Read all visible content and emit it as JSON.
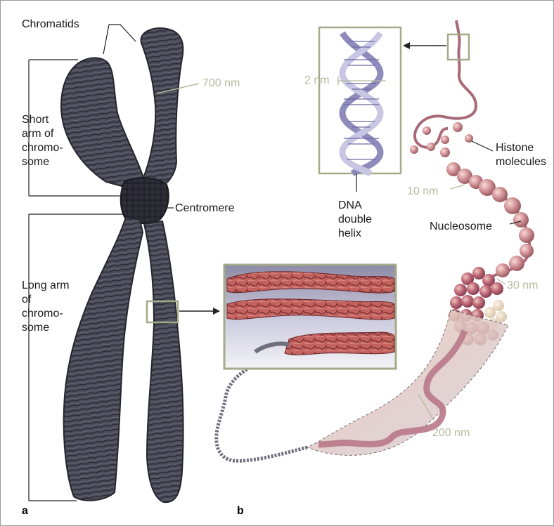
{
  "panels": {
    "a": "a",
    "b": "b"
  },
  "labels": {
    "chromatids": "Chromatids",
    "short_arm": "Short arm of chromo- some",
    "centromere": "Centromere",
    "long_arm": "Long arm of chromo- some",
    "dna_double_helix": "DNA double helix",
    "histone_molecules": "Histone molecules",
    "nucleosome": "Nucleosome"
  },
  "measurements": {
    "m700": "700 nm",
    "m2": "2 nm",
    "m10": "10 nm",
    "m30": "30 nm",
    "m200": "200 nm"
  },
  "colors": {
    "chromosome": "#4d4c5a",
    "chromosome_stripe": "#2c2b36",
    "measure": "#b5b99a",
    "frame": "#a4ab88",
    "histone": "#c98a8e",
    "fiber": "#a86a78",
    "helix_strand": "#9c99c4",
    "inset_red": "#c4625e",
    "coil_gray": "#6f6f7d"
  }
}
